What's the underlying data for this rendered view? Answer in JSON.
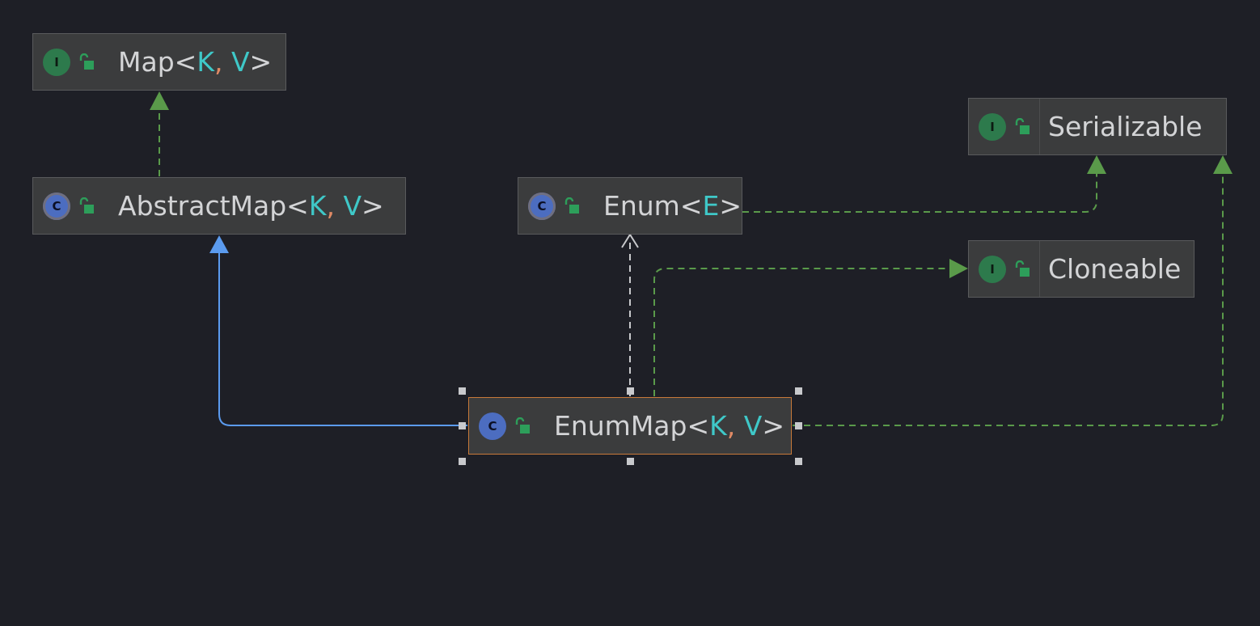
{
  "colors": {
    "background": "#1e1f26",
    "node_fill": "#3b3c3d",
    "realization_edge": "#5a9a4a",
    "extends_edge": "#5b9bef",
    "dependency_edge": "#c8c9cc",
    "type_param": "#3fc8c8",
    "selection_border": "#c8793a"
  },
  "nodes": {
    "map": {
      "kind_letter": "I",
      "kind_icon": "interface-icon",
      "name": "Map",
      "lt": "<",
      "p1": "K",
      "comma": ",",
      "p2": "V",
      "gt": ">"
    },
    "abstract_map": {
      "kind_letter": "C",
      "kind_icon": "abstract-class-icon",
      "name": "AbstractMap",
      "lt": "<",
      "p1": "K",
      "comma": ",",
      "p2": "V",
      "gt": ">"
    },
    "enum": {
      "kind_letter": "C",
      "kind_icon": "abstract-class-icon",
      "name": "Enum",
      "lt": "<",
      "p1": "E",
      "gt": ">"
    },
    "serializable": {
      "kind_letter": "I",
      "kind_icon": "interface-icon",
      "name": "Serializable"
    },
    "cloneable": {
      "kind_letter": "I",
      "kind_icon": "interface-icon",
      "name": "Cloneable"
    },
    "enum_map": {
      "kind_letter": "C",
      "kind_icon": "class-icon",
      "name": "EnumMap",
      "lt": "<",
      "p1": "K",
      "comma": ",",
      "p2": "V",
      "gt": ">",
      "selected": true
    }
  }
}
